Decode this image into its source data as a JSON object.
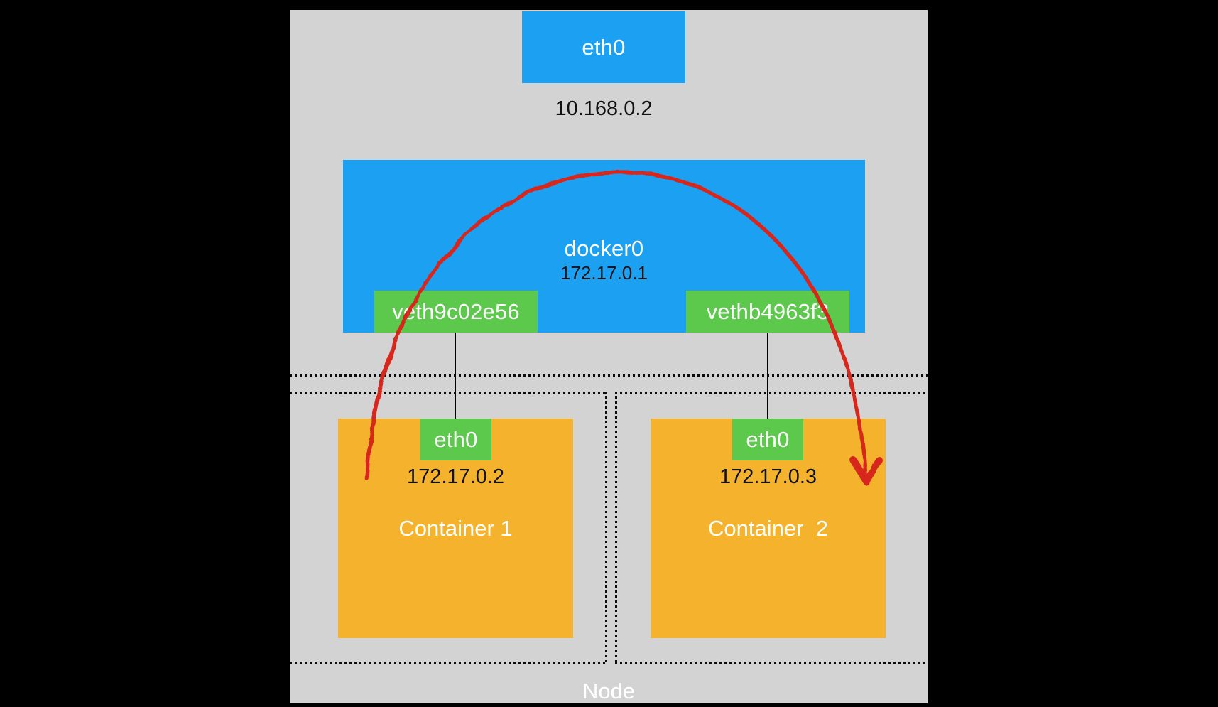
{
  "diagram": {
    "node": {
      "label": "Node"
    },
    "host_interface": {
      "label": "eth0",
      "ip": "10.168.0.2"
    },
    "bridge": {
      "label": "docker0",
      "ip": "172.17.0.1"
    },
    "veths": [
      {
        "label": "veth9c02e56"
      },
      {
        "label": "vethb4963f3"
      }
    ],
    "containers": [
      {
        "title": "Container 1",
        "interface": "eth0",
        "ip": "172.17.0.2"
      },
      {
        "title": "Container  2",
        "interface": "eth0",
        "ip": "172.17.0.3"
      }
    ],
    "colors": {
      "background": "#000000",
      "node_panel_gray": "#d3d3d3",
      "interface_blue": "#1ca1f2",
      "veth_green": "#5cc94c",
      "container_orange": "#f5b32d",
      "arrow_red": "#d7271d"
    }
  }
}
